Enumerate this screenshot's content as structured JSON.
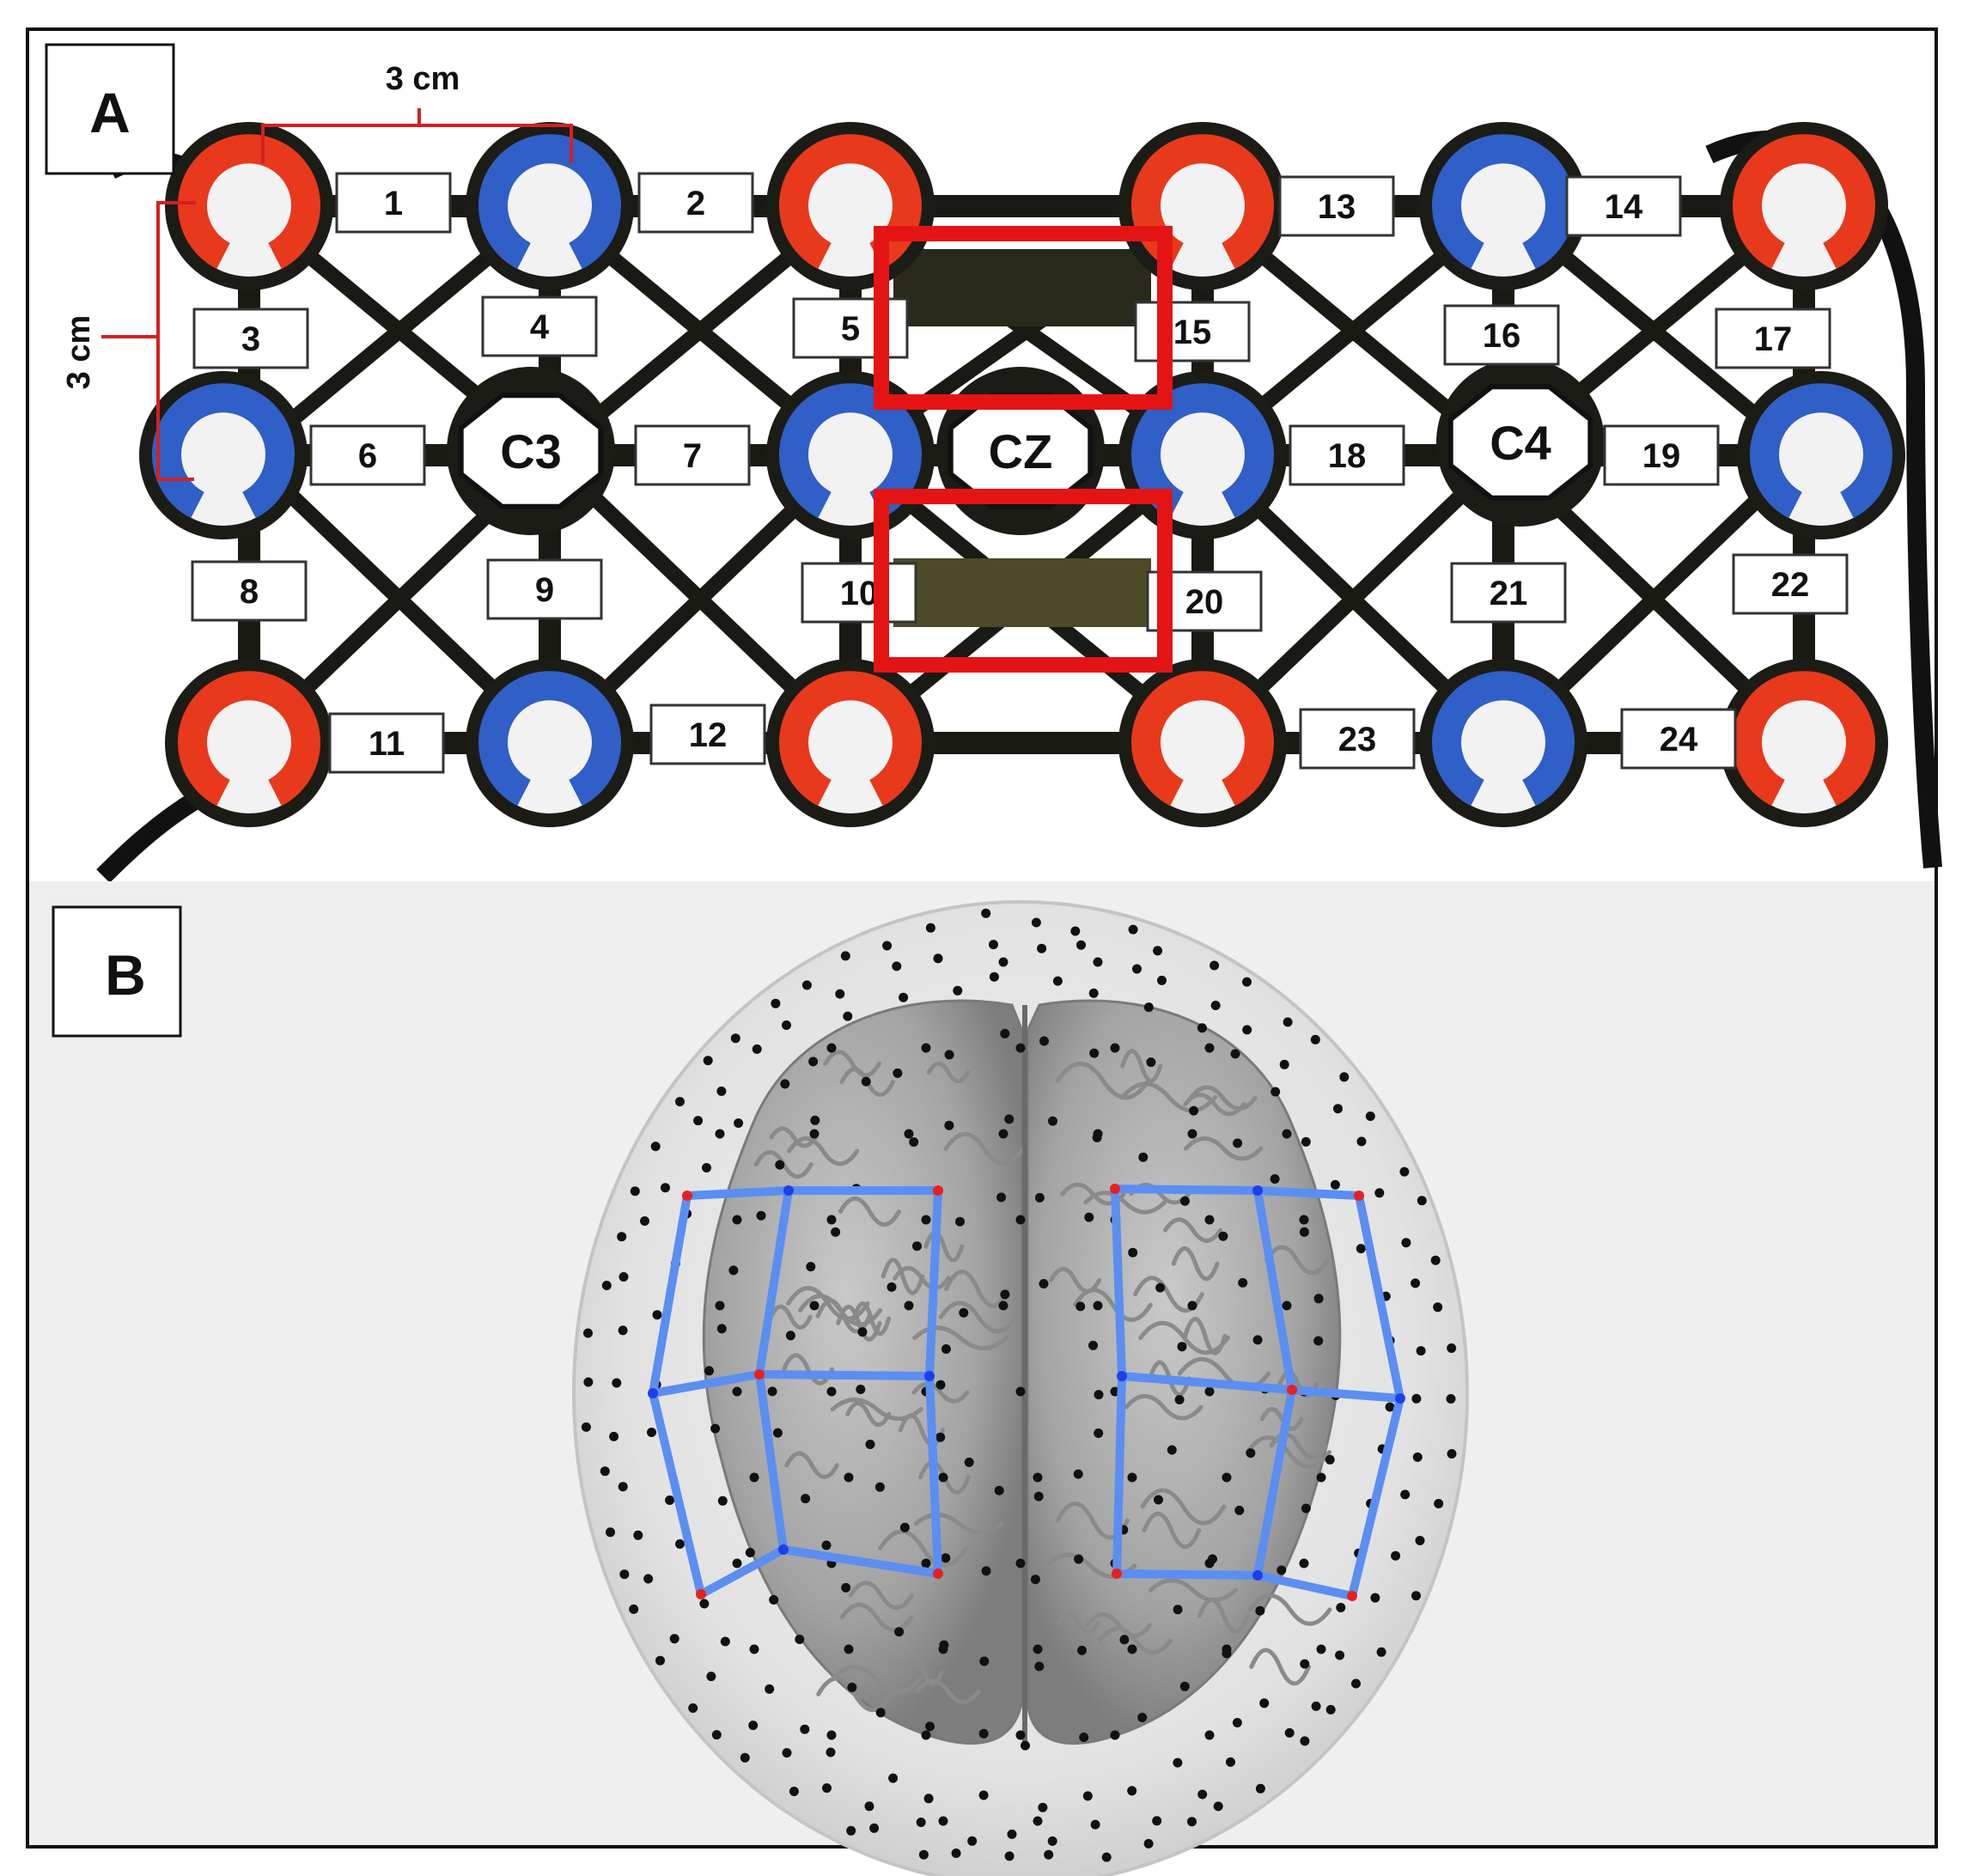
{
  "panel_a": {
    "label": "A",
    "dimension_top": "3 cm",
    "dimension_left": "3 cm",
    "channels": [
      "1",
      "2",
      "3",
      "4",
      "5",
      "6",
      "7",
      "8",
      "9",
      "10",
      "11",
      "12",
      "13",
      "14",
      "15",
      "16",
      "17",
      "18",
      "19",
      "20",
      "21",
      "22",
      "23",
      "24"
    ],
    "reference_positions": [
      "C3",
      "CZ",
      "C4"
    ],
    "colors": {
      "source": "#e8391c",
      "detector": "#2f5fc7",
      "highlight_box": "#e41414",
      "cap": "#1a1a14"
    }
  },
  "panel_b": {
    "label": "B",
    "colors": {
      "background": "#efefef",
      "brain": "#a9a9a9",
      "probe_line": "#5b8ef0",
      "source_node": "#e82020",
      "detector_node": "#1f3fe8",
      "scalp_dot": "#111111"
    }
  }
}
